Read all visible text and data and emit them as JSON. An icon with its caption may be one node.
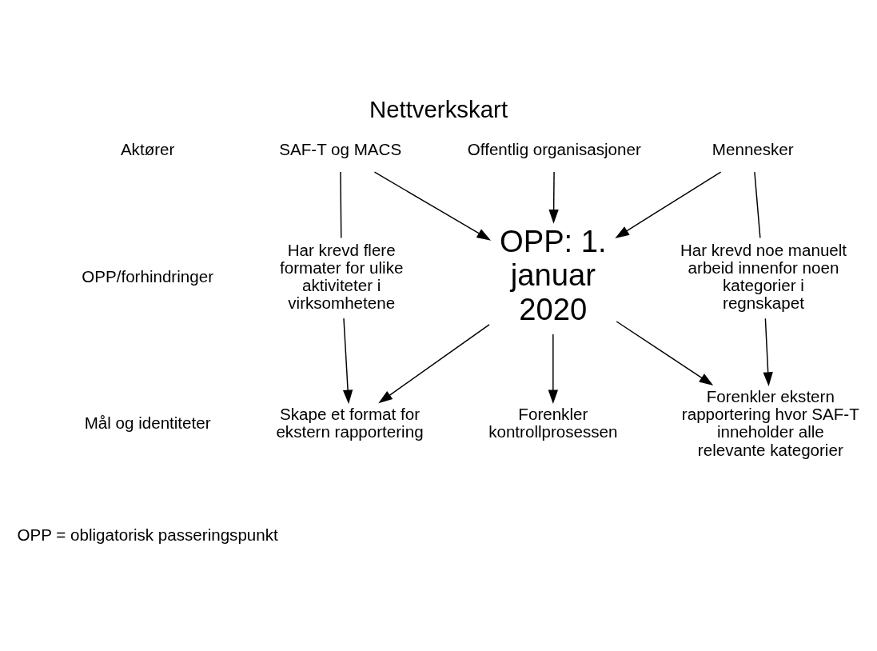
{
  "diagram": {
    "title": "Nettverkskart",
    "nodes": [
      {
        "text": [
          "SAF-T og MACS"
        ]
      },
      {
        "text": [
          "Offentlig organisasjoner"
        ]
      },
      {
        "text": [
          "Mennesker"
        ]
      },
      {
        "text": [
          "Har krevd flere formater for ulike aktiviteter i virksomhetene"
        ]
      },
      {
        "text": [
          "Har krevd noe manuelt arbeid innenfor noen kategorier i regnskapet"
        ]
      },
      {
        "text": [
          "OPP: 1. januar 2020"
        ]
      },
      {
        "text": [
          "Skape et format for ekstern rapportering"
        ]
      },
      {
        "text": [
          "Forenkler kontrollprosessen"
        ]
      },
      {
        "text": [
          "Forenkler ekstern rapportering hvor SAF-T inneholder alle relevante kategorier"
        ]
      }
    ],
    "edges": [
      {
        "from": 0,
        "to": 3,
        "arrow": "none"
      },
      {
        "from": 0,
        "to": 5,
        "arrow": "to"
      },
      {
        "from": 1,
        "to": 5,
        "arrow": "to"
      },
      {
        "from": 2,
        "to": 4,
        "arrow": "none"
      },
      {
        "from": 2,
        "to": 5,
        "arrow": "to"
      },
      {
        "from": 3,
        "to": 6,
        "arrow": "to"
      },
      {
        "from": 4,
        "to": 8,
        "arrow": "to"
      },
      {
        "from": 5,
        "to": 6,
        "arrow": "to"
      },
      {
        "from": 5,
        "to": 7,
        "arrow": "to"
      },
      {
        "from": 5,
        "to": 8,
        "arrow": "to"
      }
    ],
    "labels": [
      "Aktører",
      "OPP/forhindringer",
      "Mål og identiteter",
      "OPP = obligatorisk passeringspunkt"
    ]
  }
}
